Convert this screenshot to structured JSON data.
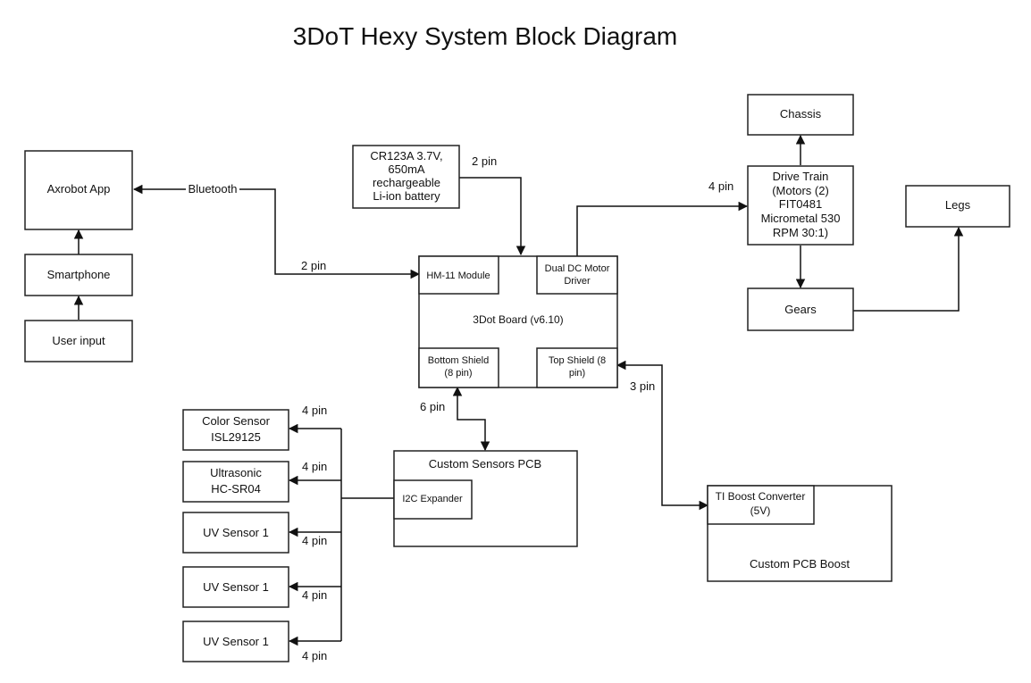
{
  "title": "3DoT Hexy System Block Diagram",
  "blocks": {
    "axrobot_app": "Axrobot App",
    "smartphone": "Smartphone",
    "user_input": "User input",
    "battery": [
      "CR123A 3.7V,",
      "650mA",
      "rechargeable",
      "Li-ion battery"
    ],
    "chassis": "Chassis",
    "drive_train": [
      "Drive Train",
      "(Motors (2)",
      "FIT0481",
      "Micrometal 530",
      "RPM 30:1)"
    ],
    "legs": "Legs",
    "gears": "Gears",
    "board": "3Dot Board (v6.10)",
    "hm11": "HM-11 Module",
    "motor_driver": [
      "Dual DC Motor",
      "Driver"
    ],
    "bottom_shield": [
      "Bottom Shield",
      "(8 pin)"
    ],
    "top_shield": [
      "Top Shield (8",
      "pin)"
    ],
    "color_sensor": [
      "Color Sensor",
      "ISL29125"
    ],
    "ultrasonic": [
      "Ultrasonic",
      "HC-SR04"
    ],
    "uv1": "UV Sensor 1",
    "uv2": "UV Sensor 1",
    "uv3": "UV Sensor 1",
    "custom_sensors_pcb": "Custom Sensors PCB",
    "i2c_expander": "I2C Expander",
    "ti_boost": [
      "TI Boost Converter",
      "(5V)"
    ],
    "custom_pcb_boost": "Custom PCB Boost"
  },
  "connections": {
    "bluetooth": "Bluetooth",
    "hm11_pin": "2 pin",
    "battery_pin": "2 pin",
    "drive_pin": "4 pin",
    "top_shield_pin": "3 pin",
    "bottom_shield_pin": "6 pin",
    "color_pin": "4 pin",
    "ultrasonic_pin": "4 pin",
    "uv1_pin": "4 pin",
    "uv2_pin": "4 pin",
    "uv3_pin": "4 pin"
  }
}
